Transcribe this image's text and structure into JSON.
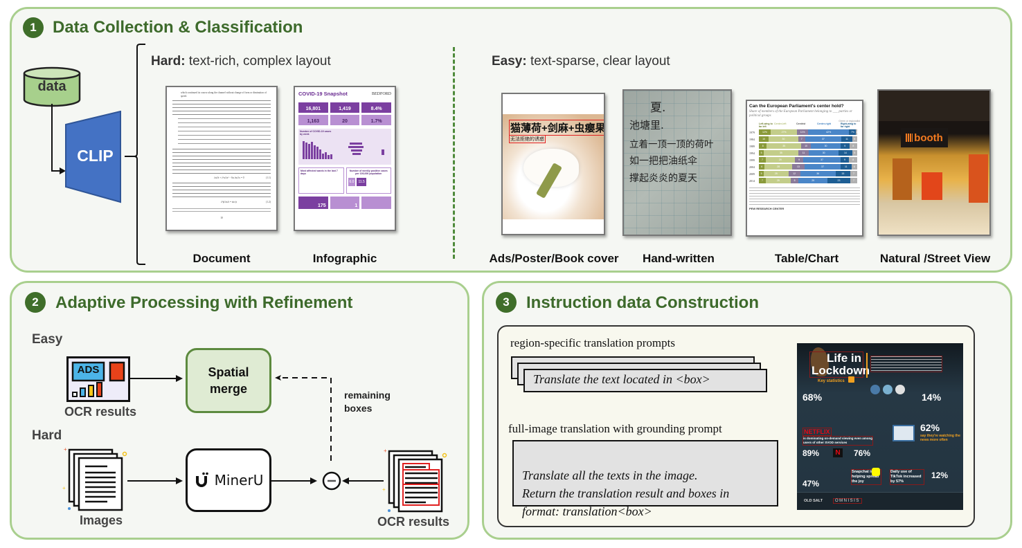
{
  "section1": {
    "number": "1",
    "title": "Data Collection & Classification",
    "data_label": "data",
    "clip_label": "CLIP",
    "hard_prefix": "Hard:",
    "hard_desc": " text-rich, complex layout",
    "easy_prefix": "Easy:",
    "easy_desc": " text-sparse, clear layout",
    "hard_items": [
      {
        "label": "Document"
      },
      {
        "label": "Infographic"
      }
    ],
    "easy_items": [
      {
        "label": "Ads/Poster/Book cover"
      },
      {
        "label": "Hand-written"
      },
      {
        "label": "Table/Chart"
      },
      {
        "label": "Natural /Street View"
      }
    ],
    "document_thumb": {
      "line1": "which continued its course along the channel without change of form or diminution of speed.",
      "eq1": "(1.1)",
      "eq2": "(1.2)",
      "page": "10"
    },
    "infographic_thumb": {
      "title": "COVID-19 Snapshot",
      "brand": "BEDFORD",
      "stats": [
        "16,801",
        "1,419",
        "8.4%",
        "1,163",
        "20",
        "1.7%"
      ],
      "chart_title": "Number of COVID-19 cases by week",
      "bottom_stats": [
        "175",
        "1"
      ],
      "mid_title": "Most affected wards in the last 7 days",
      "mid_title2": "Number of weekly positive cases per 100,000 population",
      "mid_vals": [
        "6.0",
        "11.5"
      ]
    },
    "ads_thumb": {
      "headline": "猫薄荷+剑麻+虫瘿果",
      "subline": "无法拒绝的诱惑"
    },
    "handwritten_thumb": {
      "lines": [
        "夏.",
        "池塘里.",
        "立着一顶一顶的荷叶",
        "如一把把油纸伞",
        "撑起炎炎的夏天"
      ]
    },
    "table_thumb": {
      "title": "Can the European Parliament's center hold?",
      "subtitle": "Share of members of the European Parliament belonging to ___ parties or political groups",
      "headers": [
        "Left-wing to far left",
        "Center-left",
        "Centrist",
        "Center-right",
        "Right-wing to far right"
      ],
      "green_label": "Green or regionalist",
      "rows": [
        {
          "year": "1979",
          "values": [
            "12%",
            "27%",
            "11%",
            "42%",
            "7%",
            "1%"
          ]
        },
        {
          "year": "1984",
          "values": [
            "10",
            "30",
            "7",
            "37",
            "11",
            "5"
          ]
        },
        {
          "year": "1989",
          "values": [
            "8",
            "35",
            "10",
            "30",
            "9",
            "8"
          ]
        },
        {
          "year": "1994",
          "values": [
            "5",
            "35",
            "11",
            "30",
            "14",
            "5"
          ]
        },
        {
          "year": "1999",
          "values": [
            "7",
            "29",
            "9",
            "37",
            "9",
            "8"
          ]
        },
        {
          "year": "2004",
          "values": [
            "6",
            "28",
            "13",
            "37",
            "11",
            "6"
          ]
        },
        {
          "year": "2009",
          "values": [
            "5",
            "25",
            "12",
            "36",
            "15",
            "7"
          ]
        },
        {
          "year": "2014",
          "values": [
            "7",
            "25",
            "8",
            "29",
            "23",
            "7"
          ]
        }
      ],
      "footer": "PEW RESEARCH CENTER"
    },
    "street_thumb": {
      "sign": "booth"
    }
  },
  "section2": {
    "number": "2",
    "title": "Adaptive Processing with Refinement",
    "easy_label": "Easy",
    "hard_label": "Hard",
    "ocr_icon_text": "ADS",
    "ocr_label_easy": "OCR results",
    "spatial_merge": "Spatial\nmerge",
    "remaining_boxes": "remaining\nboxes",
    "mineru_label": "MinerU",
    "images_label": "Images",
    "ocr_label_hard": "OCR results"
  },
  "section3": {
    "number": "3",
    "title": "Instruction data Construction",
    "region_heading": "region-specific translation prompts",
    "region_prompt": "Translate the text located in <box>",
    "full_heading": "full-image translation with grounding prompt",
    "full_prompt": "Translate all the texts in the image.\nReturn the translation result and boxes in\nformat: translation<box>",
    "poster": {
      "title1": "Life in",
      "title2": "Lockdown",
      "key": "Key statistics",
      "stats": [
        "68%",
        "14%",
        "62%",
        "89%",
        "76%",
        "47%",
        "12%"
      ],
      "netflix": "NETFLIX",
      "netflix_text": "is dominating on-demand viewing even among users of other SVOD services",
      "watching": "say they're watching the news more often",
      "snapchat": "Snapchat is helping spread the joy",
      "tiktok": "Daily use of TikTok increased by 57%",
      "logos": [
        "OLD SALT",
        "OMNISIS"
      ]
    }
  }
}
